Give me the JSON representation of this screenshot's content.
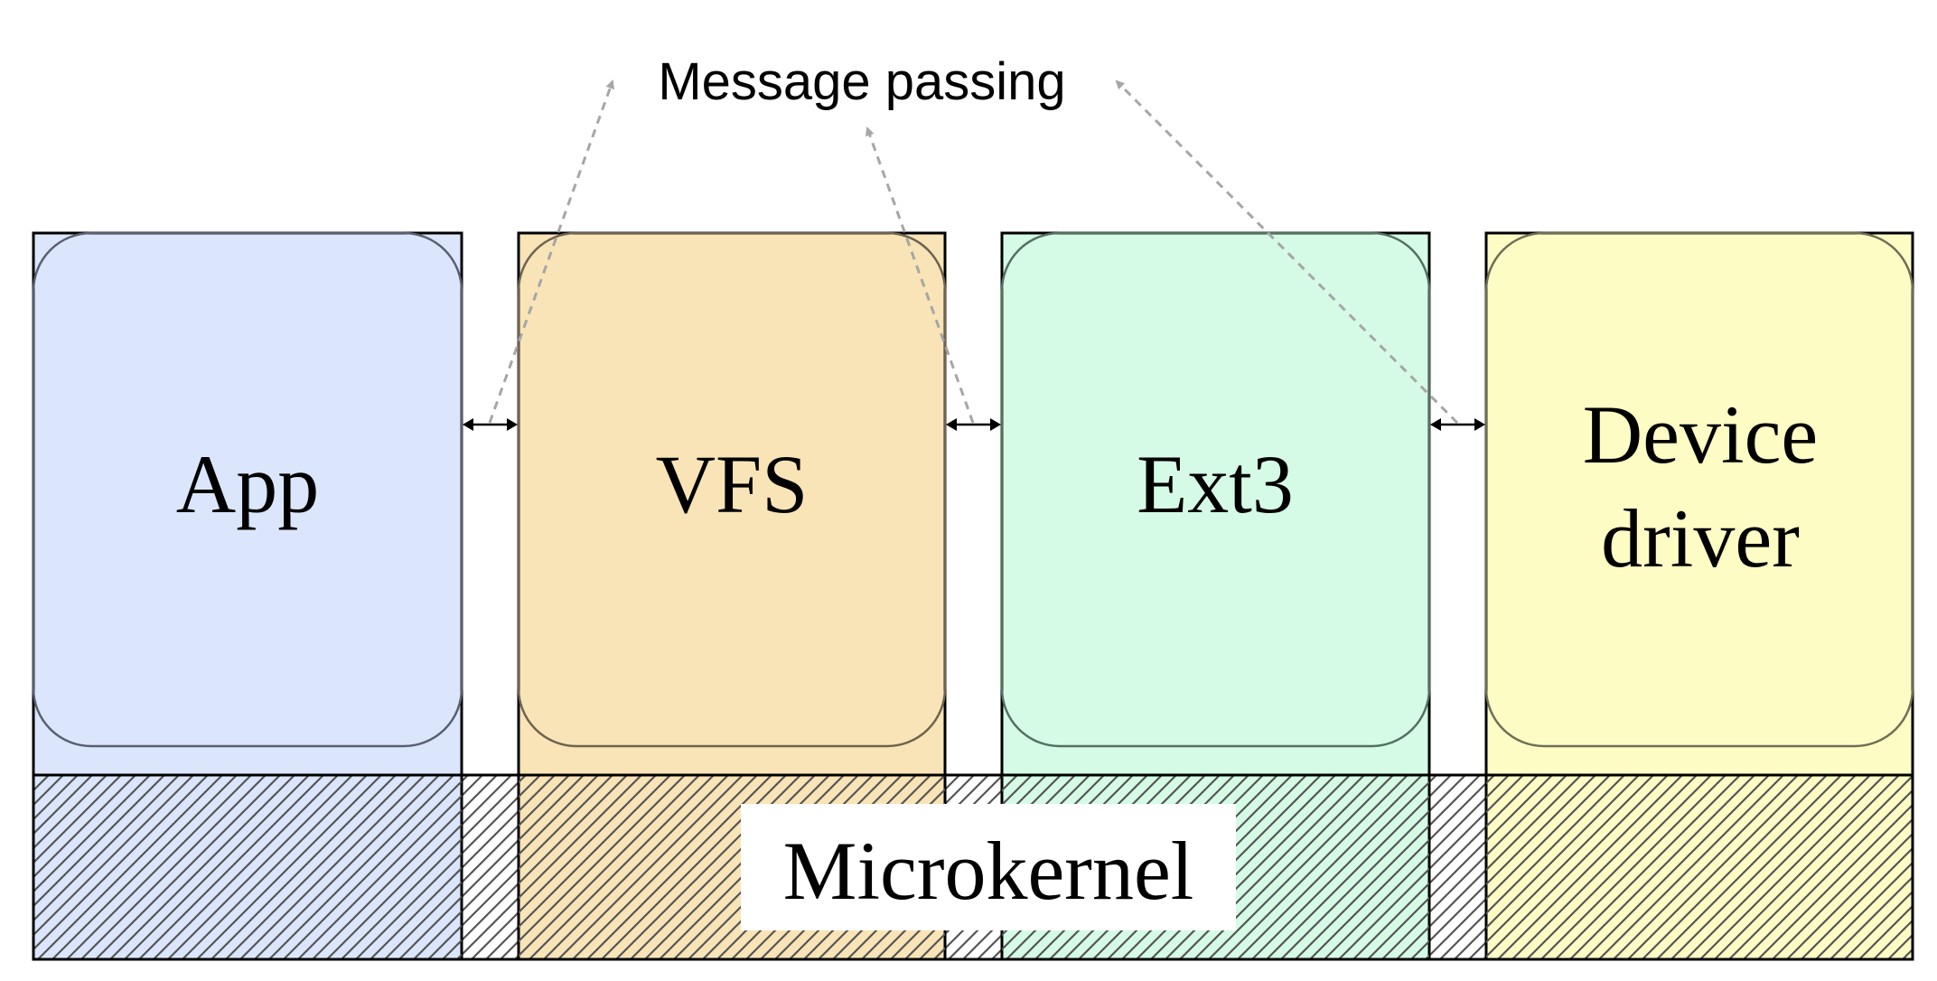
{
  "diagram": {
    "caption": "Message passing",
    "kernel_label": "Microkernel",
    "components": [
      {
        "lines": [
          "App"
        ],
        "fill": "#dbe6fd",
        "stroke": "#5a5f70"
      },
      {
        "lines": [
          "VFS"
        ],
        "fill": "#f9e4b7",
        "stroke": "#6e6350"
      },
      {
        "lines": [
          "Ext3"
        ],
        "fill": "#d5fbe6",
        "stroke": "#55705f"
      },
      {
        "lines": [
          "Device",
          "driver"
        ],
        "fill": "#fefcc5",
        "stroke": "#6f6e55"
      }
    ],
    "colors": {
      "outline": "#000000",
      "hatch": "#555555",
      "pointer_arrow": "#a6a6a6",
      "label_background": "#ffffff"
    }
  }
}
